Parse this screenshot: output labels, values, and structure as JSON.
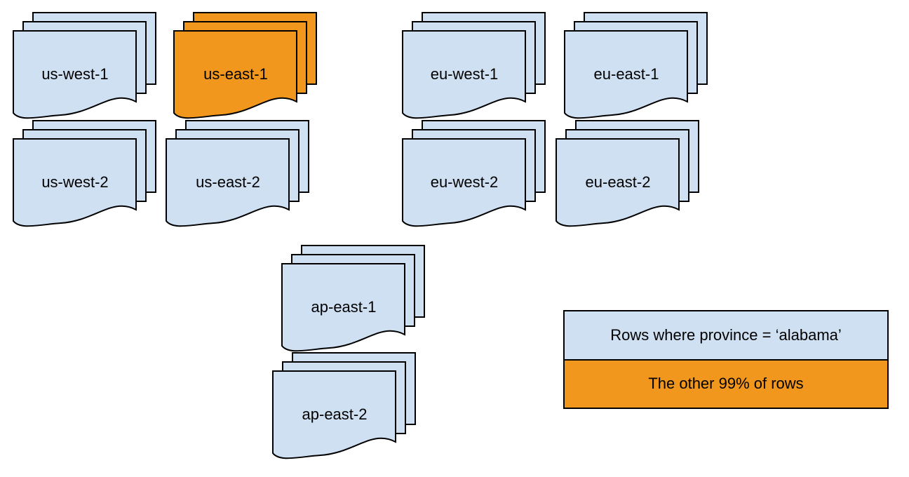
{
  "diagram": {
    "description": "Document stacks representing database regions; us-east-1 highlighted",
    "colors": {
      "region_default_fill": "#cfe0f3",
      "region_highlight_fill": "#f2971d",
      "stroke": "#000000",
      "text": "#000000",
      "background": "#ffffff"
    },
    "stacks": [
      {
        "label": "us-west-1",
        "color": "#cfe0f3"
      },
      {
        "label": "us-east-1",
        "color": "#f2971d"
      },
      {
        "label": "eu-west-1",
        "color": "#cfe0f3"
      },
      {
        "label": "eu-east-1",
        "color": "#cfe0f3"
      },
      {
        "label": "us-west-2",
        "color": "#cfe0f3"
      },
      {
        "label": "us-east-2",
        "color": "#cfe0f3"
      },
      {
        "label": "eu-west-2",
        "color": "#cfe0f3"
      },
      {
        "label": "eu-east-2",
        "color": "#cfe0f3"
      },
      {
        "label": "ap-east-1",
        "color": "#cfe0f3"
      },
      {
        "label": "ap-east-2",
        "color": "#cfe0f3"
      }
    ],
    "legend": {
      "items": [
        {
          "label": "Rows where province = ‘alabama’",
          "color": "#cfe0f3"
        },
        {
          "label": "The other 99% of rows",
          "color": "#f2971d"
        }
      ]
    }
  }
}
